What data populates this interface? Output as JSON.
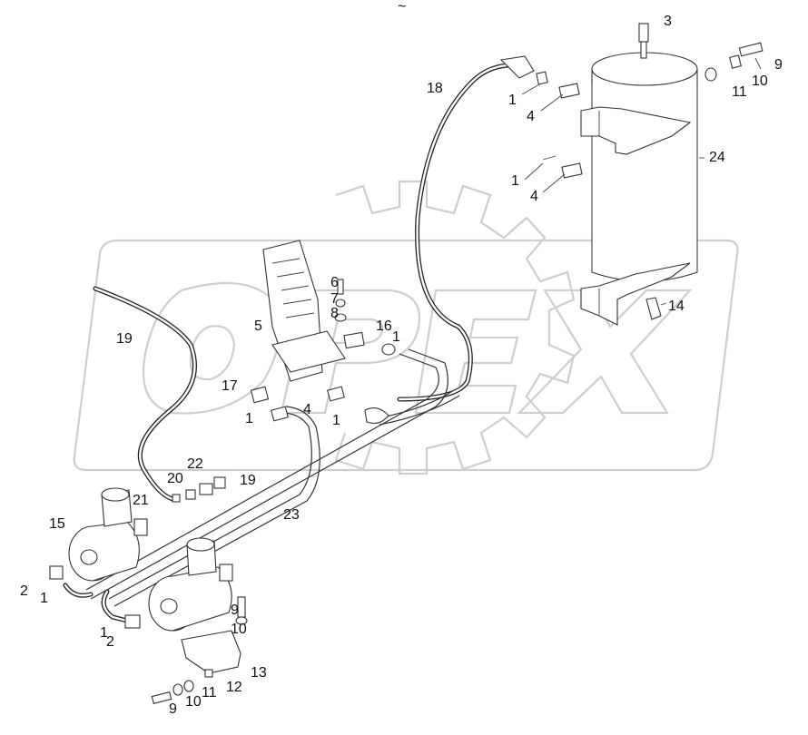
{
  "diagram": {
    "top_mark": "~",
    "watermark_text": "OPEX",
    "callouts": {
      "c1a": "1",
      "c1b": "1",
      "c1c": "1",
      "c1d": "1",
      "c1e": "1",
      "c1f": "1",
      "c1g": "1",
      "c2a": "2",
      "c2b": "2",
      "c3": "3",
      "c4a": "4",
      "c4b": "4",
      "c4c": "4",
      "c5": "5",
      "c6": "6",
      "c7": "7",
      "c8": "8",
      "c9a": "9",
      "c9b": "9",
      "c9c": "9",
      "c10a": "10",
      "c10b": "10",
      "c10c": "10",
      "c11a": "11",
      "c11b": "11",
      "c12": "12",
      "c13": "13",
      "c14": "14",
      "c15": "15",
      "c16": "16",
      "c17": "17",
      "c18": "18",
      "c19a": "19",
      "c19b": "19",
      "c20": "20",
      "c21": "21",
      "c22": "22",
      "c23": "23",
      "c24": "24"
    }
  }
}
